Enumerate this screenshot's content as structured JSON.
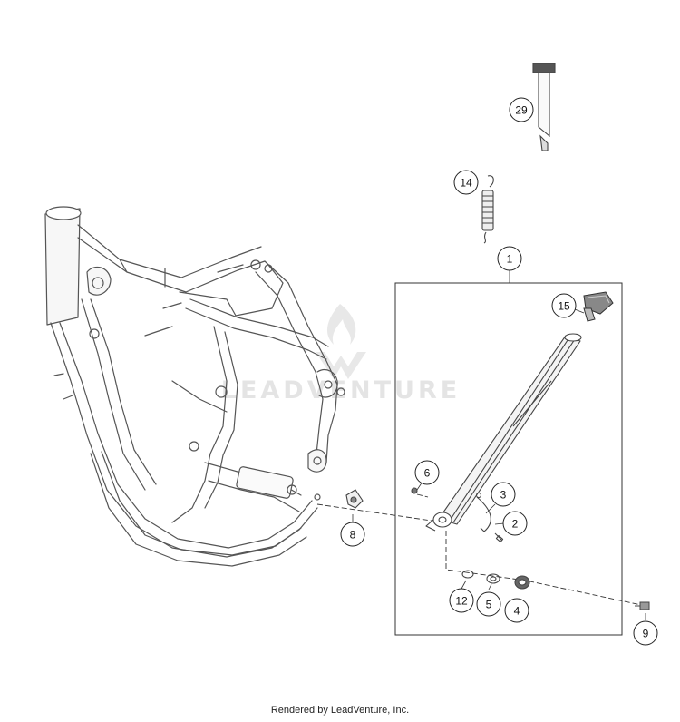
{
  "diagram": {
    "callouts": [
      {
        "id": "c29",
        "label": "29"
      },
      {
        "id": "c14",
        "label": "14"
      },
      {
        "id": "c1",
        "label": "1"
      },
      {
        "id": "c15",
        "label": "15"
      },
      {
        "id": "c6",
        "label": "6"
      },
      {
        "id": "c3",
        "label": "3"
      },
      {
        "id": "c2",
        "label": "2"
      },
      {
        "id": "c8",
        "label": "8"
      },
      {
        "id": "c12",
        "label": "12"
      },
      {
        "id": "c5",
        "label": "5"
      },
      {
        "id": "c4",
        "label": "4"
      },
      {
        "id": "c9",
        "label": "9"
      }
    ],
    "watermark": "LEADVENTURE"
  },
  "footer": {
    "credit": "Rendered by LeadVenture, Inc."
  }
}
